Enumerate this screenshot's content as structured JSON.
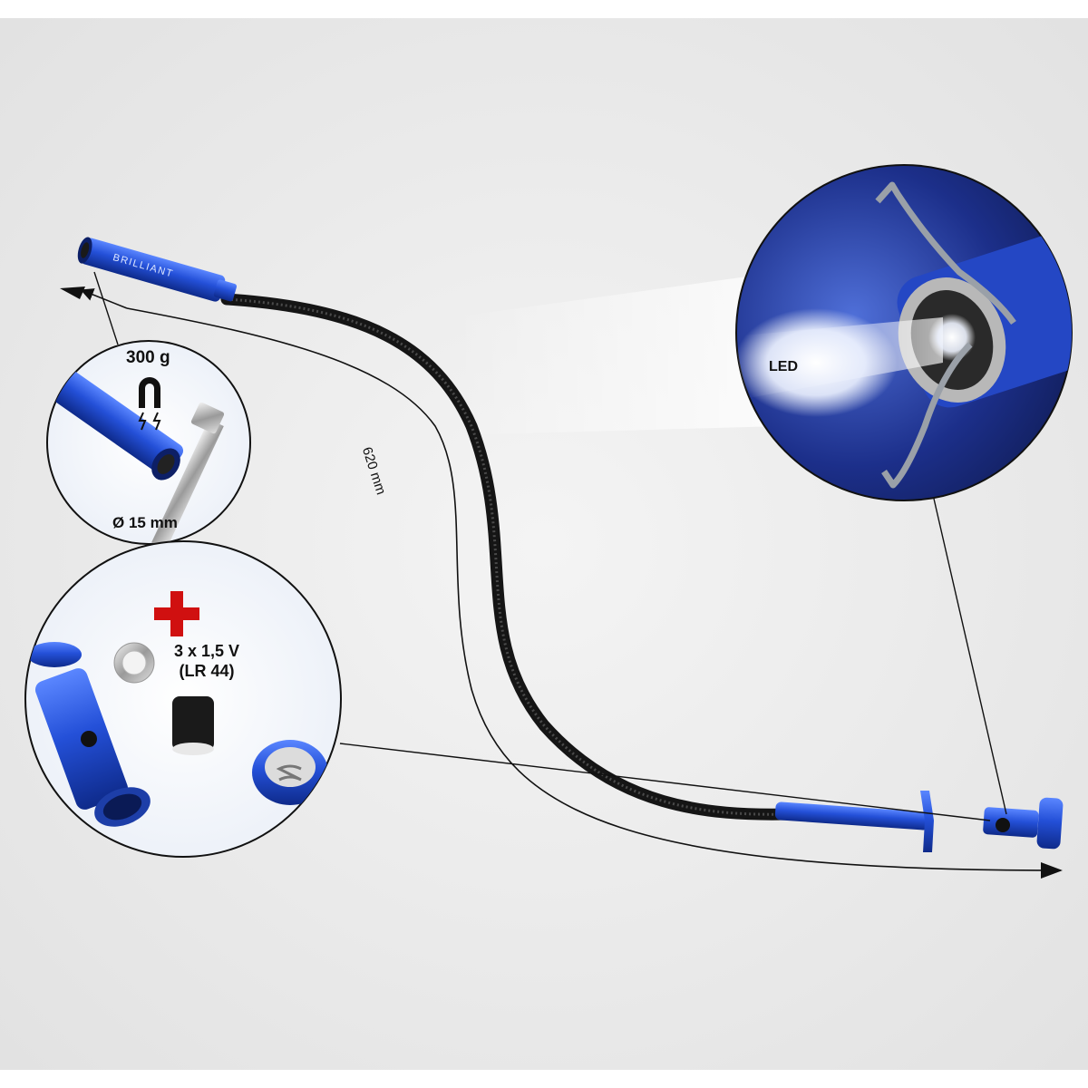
{
  "callouts": {
    "magnet_weight": "300 g",
    "magnet_diameter": "Ø 15 mm",
    "battery_spec_line1": "3 x 1,5 V",
    "battery_spec_line2": "(LR 44)",
    "led_label": "LED",
    "length_label": "620 mm"
  },
  "brand": {
    "logo_text": "BRILLIANT"
  },
  "colors": {
    "background": "#eeeeee",
    "tool_blue": "#1f4fc8",
    "hose_black": "#151515",
    "accent_red": "#d01010",
    "inset_blue_bg": "#1c2f8a"
  }
}
